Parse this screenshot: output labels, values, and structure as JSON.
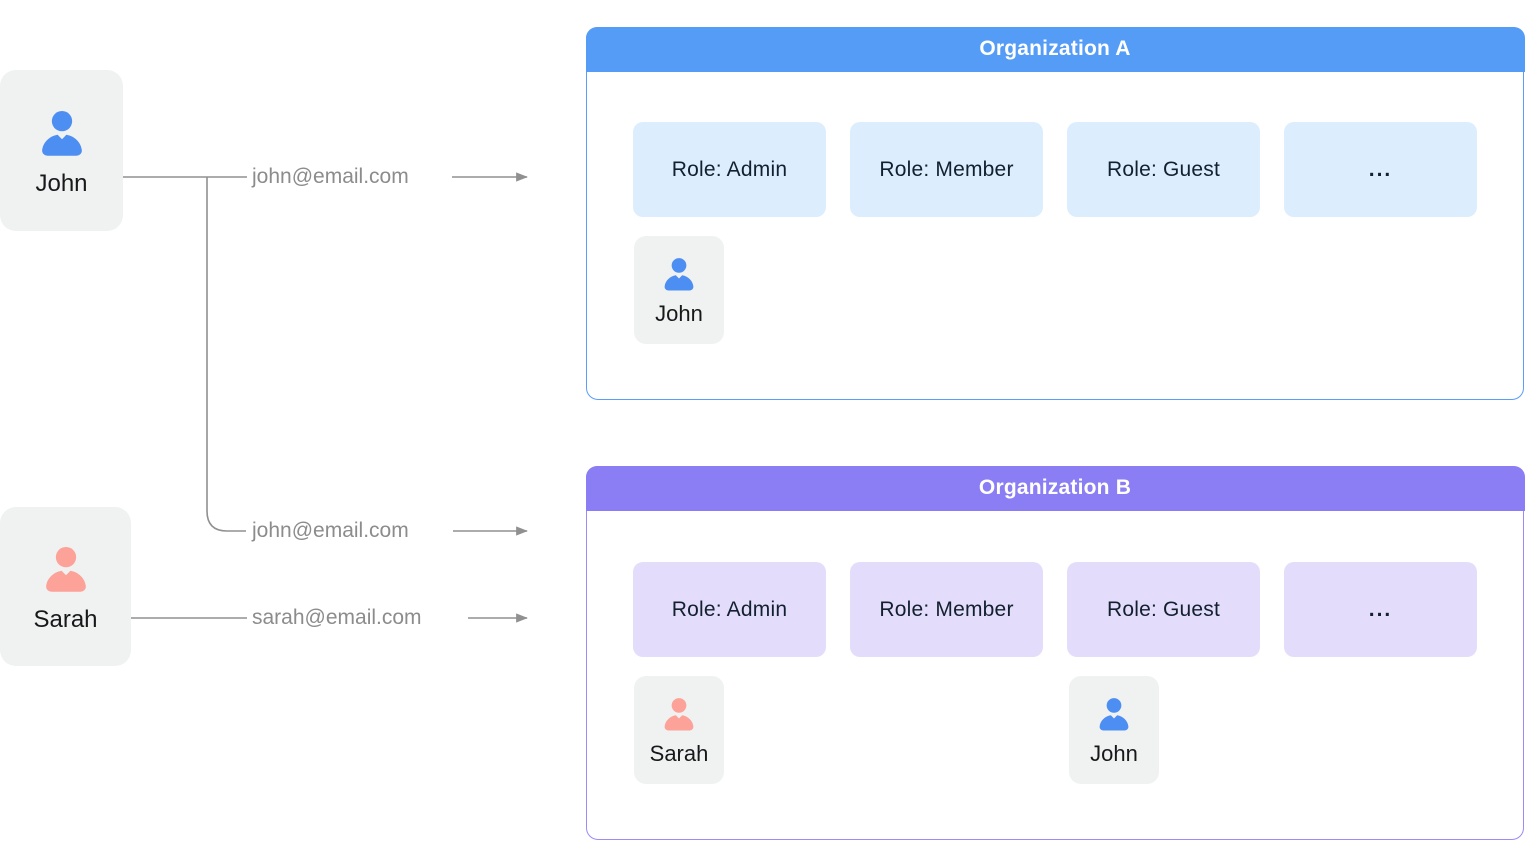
{
  "theme": {
    "blue_header": "#559cf7",
    "blue_border": "#5b9ef8",
    "blue_chip_bg": "#dcedfd",
    "purple_header": "#8b7ef4",
    "purple_border": "#9b8cf7",
    "purple_chip_bg": "#e3ddfb",
    "card_bg": "#f0f1f1",
    "person_blue": "#4d8ef3",
    "person_pink": "#fca299",
    "connector_gray": "#909090",
    "email_text": "#8c8c8c"
  },
  "users": {
    "john": {
      "name": "John",
      "email": "john@email.com"
    },
    "sarah": {
      "name": "Sarah",
      "email": "sarah@email.com"
    }
  },
  "connectors": {
    "john_email_top": "john@email.com",
    "john_email_bottom": "john@email.com",
    "sarah_email": "sarah@email.com"
  },
  "org_a": {
    "title": "Organization A",
    "roles": [
      "Role: Admin",
      "Role: Member",
      "Role: Guest",
      "..."
    ],
    "members": [
      {
        "name": "John",
        "icon": "blue-person-icon"
      }
    ]
  },
  "org_b": {
    "title": "Organization B",
    "roles": [
      "Role: Admin",
      "Role: Member",
      "Role: Guest",
      "..."
    ],
    "members": [
      {
        "name": "Sarah",
        "icon": "pink-person-icon"
      },
      {
        "name": "John",
        "icon": "blue-person-icon"
      }
    ]
  }
}
